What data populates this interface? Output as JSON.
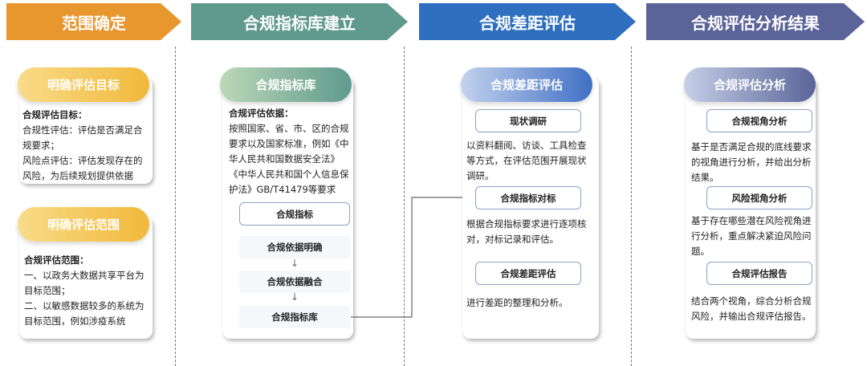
{
  "stages": [
    {
      "title": "范围确定",
      "color": "#e8962e"
    },
    {
      "title": "合规指标库建立",
      "color": "#5f9a8d"
    },
    {
      "title": "合规差距评估",
      "color": "#2f6fbf"
    },
    {
      "title": "合规评估分析结果",
      "color": "#5a6499"
    }
  ],
  "col1": {
    "card1": {
      "pill": "明确评估目标",
      "heading": "合规评估目标：",
      "lines": [
        "合规性评估：评估是否满足合规要求；",
        "风险点评估：评估发现存在的风险，为后续规划提供依据"
      ]
    },
    "card2": {
      "pill": "明确评估范围",
      "heading": "合规评估范围：",
      "lines": [
        "一、以政务大数据共享平台为目标范围；",
        "二、以敏感数据较多的系统为目标范围，例如涉疫系统"
      ]
    }
  },
  "col2": {
    "pill": "合规指标库",
    "heading": "合规评估依据：",
    "body": "按照国家、省、市、区的合规要求以及国家标准，例如《中华人民共和国数据安全法》《中华人民共和国个人信息保护法》GB/T41479等要求",
    "box": "合规指标",
    "steps": [
      "合规依据明确",
      "合规依据融合",
      "合规指标库"
    ],
    "arrow": "↓"
  },
  "col3": {
    "pill": "合规差距评估",
    "items": [
      {
        "title": "现状调研",
        "desc": "以资料翻阅、访谈、工具检查等方式，在评估范围开展现状调研。"
      },
      {
        "title": "合规指标对标",
        "desc": "根据合规指标要求进行逐项核对，对标记录和评估。"
      },
      {
        "title": "合规差距评估",
        "desc": "进行差距的整理和分析。"
      }
    ]
  },
  "col4": {
    "pill": "合规评估分析",
    "items": [
      {
        "title": "合规视角分析",
        "desc": "基于是否满足合规的底线要求的视角进行分析，并给出分析结果。"
      },
      {
        "title": "风险视角分析",
        "desc": "基于存在哪些潜在风险视角进行分析，重点解决紧迫风险问题。"
      },
      {
        "title": "合规评估报告",
        "desc": "结合两个视角，综合分析合规风险，并输出合规评估报告。"
      }
    ]
  }
}
